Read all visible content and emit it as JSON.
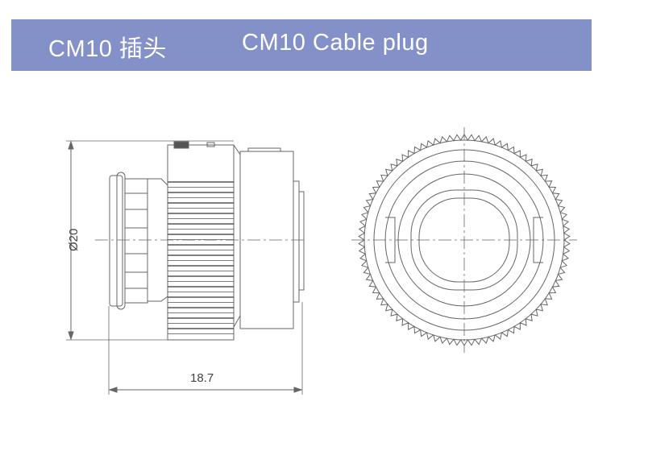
{
  "header": {
    "title_cn": "CM10 插头",
    "title_en": "CM10 Cable plug",
    "color": "#8490c8"
  },
  "drawing": {
    "diameter_label": "Ø20",
    "length_label": "18.7"
  }
}
